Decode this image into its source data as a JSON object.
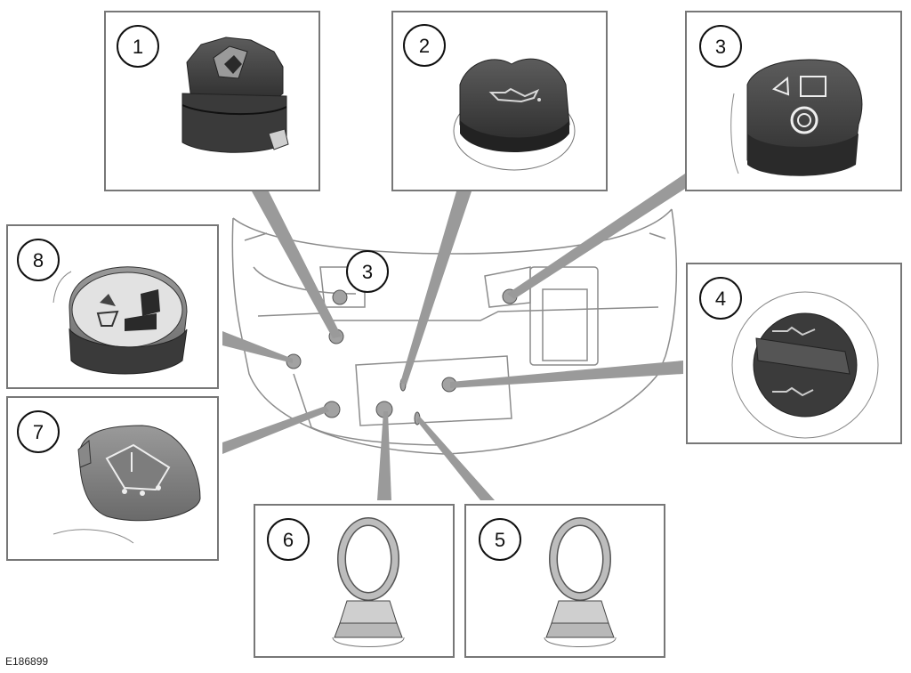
{
  "figure": {
    "reference_code": "E186899",
    "callouts": {
      "c1": "1",
      "c2": "2",
      "c3": "3",
      "c3_engine": "3",
      "c4": "4",
      "c5": "5",
      "c6": "6",
      "c7": "7",
      "c8": "8"
    }
  },
  "colors": {
    "panel_border": "#777777",
    "cap_dark": "#3a3a3a",
    "cap_mid": "#5a5a5a",
    "cap_light": "#d8d8d8",
    "beam_fill": "#9a9a9a",
    "engine_line": "#8c8c8c",
    "engine_cap": "#9c9c9c"
  },
  "icons": {
    "panel_1": "filter-cap-icon",
    "panel_2": "oil-can-cap-icon",
    "panel_3": "washer-cap-icon",
    "panel_4": "oil-filler-cap-icon",
    "panel_5": "dipstick-ring-icon",
    "panel_6": "dipstick-ring-icon",
    "panel_7": "washer-reservoir-cap-icon",
    "panel_8": "coolant-cap-icon"
  }
}
